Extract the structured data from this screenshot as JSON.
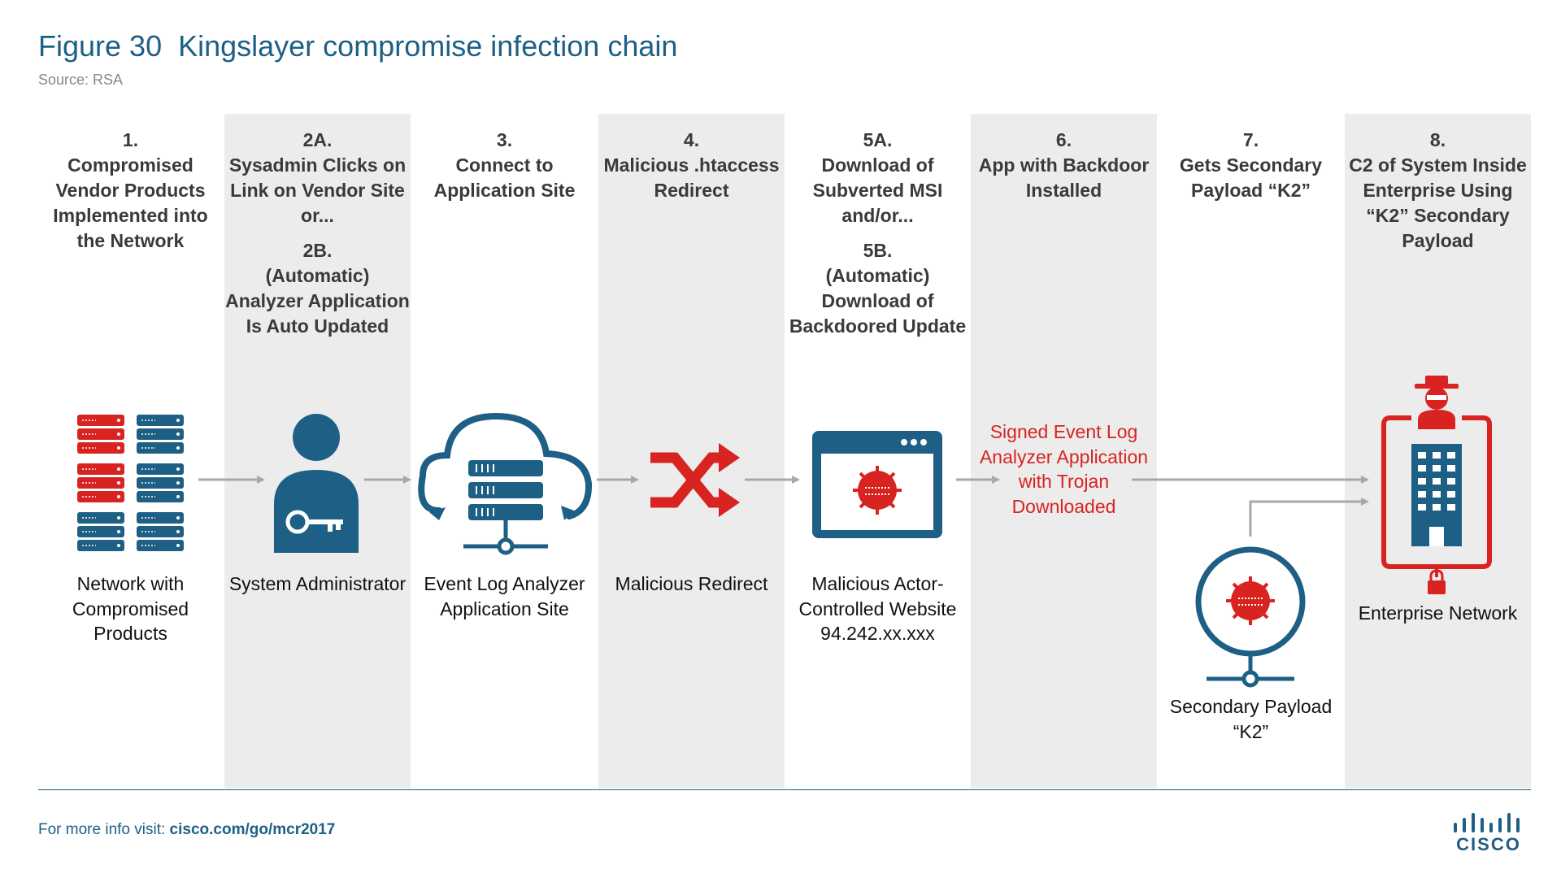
{
  "title": "Figure 30  Kingslayer compromise infection chain",
  "source": "Source: RSA",
  "steps": [
    {
      "num": "1.",
      "text": "Compromised Vendor Products Implemented into the Network"
    },
    {
      "num": "2A.",
      "text": "Sysadmin Clicks on Link on Vendor Site or...",
      "num_b": "2B.",
      "text_b": "(Automatic) Analyzer Application Is Auto Updated"
    },
    {
      "num": "3.",
      "text": "Connect to Application Site"
    },
    {
      "num": "4.",
      "text": "Malicious .htaccess Redirect"
    },
    {
      "num": "5A.",
      "text": "Download of Subverted MSI and/or...",
      "num_b": "5B.",
      "text_b": "(Automatic) Download of Backdoored Update"
    },
    {
      "num": "6.",
      "text": "App with Backdoor Installed"
    },
    {
      "num": "7.",
      "text": "Gets Secondary Payload “K2”"
    },
    {
      "num": "8.",
      "text": "C2 of System Inside Enterprise Using “K2” Secondary Payload"
    }
  ],
  "labels": {
    "network": "Network with Compromised Products",
    "sysadmin": "System Administrator",
    "app_site": "Event Log Analyzer Application Site",
    "redirect": "Malicious Redirect",
    "website": "Malicious Actor-Controlled Website",
    "website_ip": "94.242.xx.xxx",
    "signed": "Signed Event Log Analyzer Application with Trojan Downloaded",
    "payload": "Secondary Payload “K2”",
    "enterprise": "Enterprise Network"
  },
  "footer": {
    "prefix": "For more info visit: ",
    "link": "cisco.com/go/mcr2017"
  },
  "logo_text": "CISCO",
  "icons": [
    "server-rack-icon",
    "person-key-icon",
    "cloud-server-icon",
    "shuffle-icon",
    "browser-malware-icon",
    "globe-malware-icon",
    "spy-icon",
    "building-icon",
    "lock-icon",
    "cisco-logo-icon"
  ],
  "colors": {
    "primary": "#1d5f85",
    "accent": "#d82320",
    "shade": "#ececec",
    "arrow": "#a8a8a8"
  }
}
